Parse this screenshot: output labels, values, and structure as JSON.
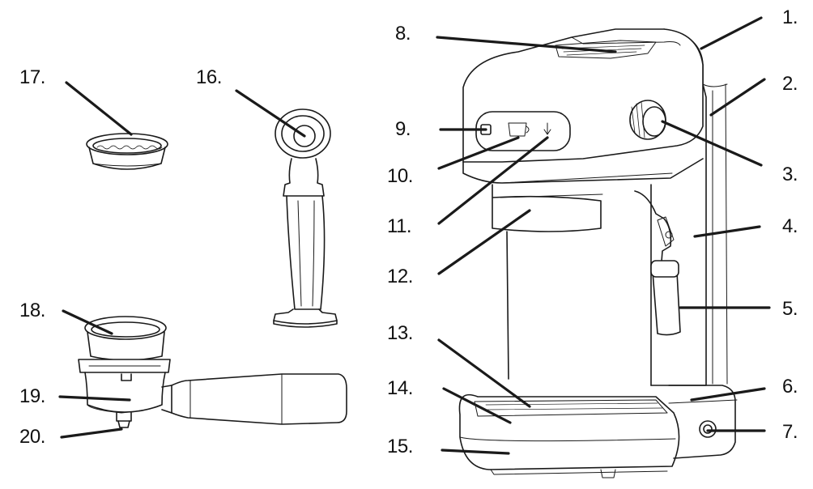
{
  "labels": [
    "1.",
    "2.",
    "3.",
    "4.",
    "5.",
    "6.",
    "7.",
    "8.",
    "9.",
    "10.",
    "11.",
    "12.",
    "13.",
    "14.",
    "15.",
    "16.",
    "17.",
    "18.",
    "19.",
    "20."
  ],
  "colors": {
    "stroke": "#1a1a1a",
    "background": "#ffffff"
  }
}
